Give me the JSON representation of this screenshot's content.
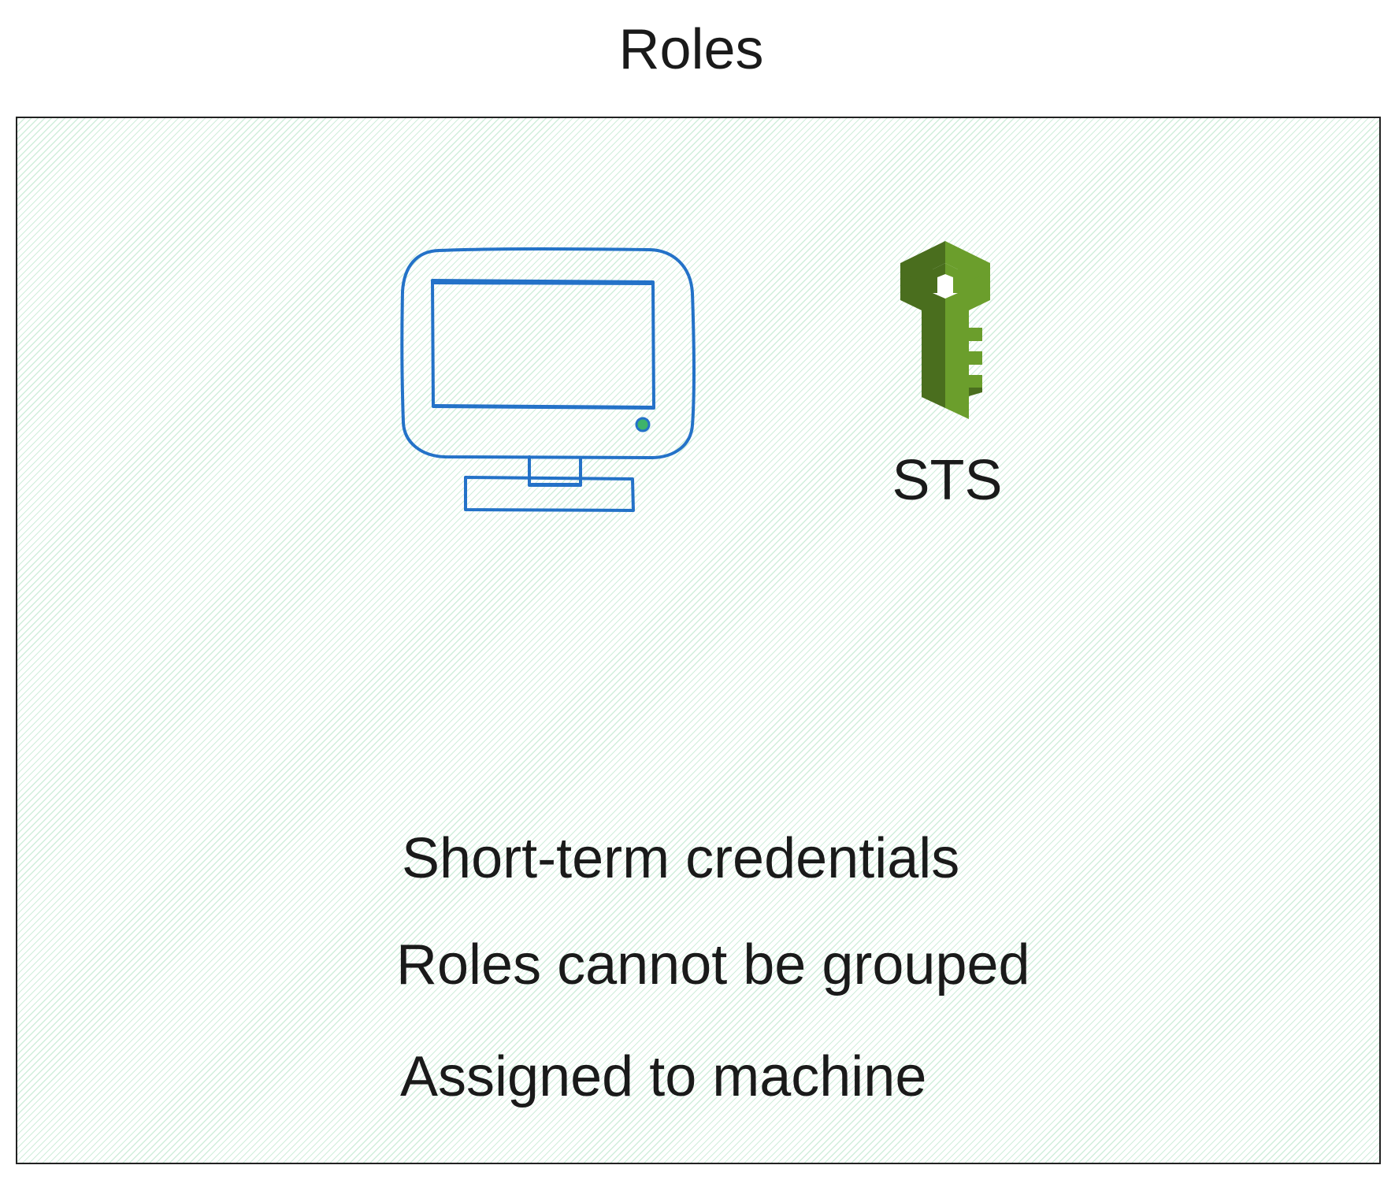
{
  "diagram": {
    "title": "Roles",
    "sts_label": "STS",
    "facts": [
      "Short-term credentials",
      "Roles cannot be grouped",
      "Assigned to machine"
    ],
    "icons": {
      "monitor": "monitor-icon",
      "sts": "key-icon"
    },
    "colors": {
      "monitor_stroke": "#2472c8",
      "monitor_led": "#3eb36b",
      "key_light": "#6b9e2c",
      "key_dark": "#4a6e1e",
      "frame_border": "#222222",
      "hatch": "#82d2a0"
    }
  }
}
